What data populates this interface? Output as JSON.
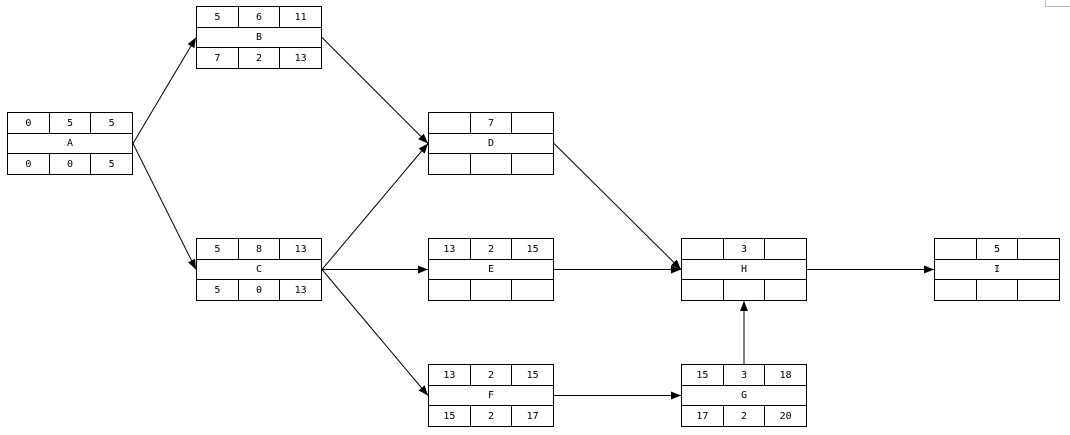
{
  "nodes": {
    "A": {
      "name": "A",
      "top": [
        "0",
        "5",
        "5"
      ],
      "bottom": [
        "0",
        "0",
        "5"
      ]
    },
    "B": {
      "name": "B",
      "top": [
        "5",
        "6",
        "11"
      ],
      "bottom": [
        "7",
        "2",
        "13"
      ]
    },
    "C": {
      "name": "C",
      "top": [
        "5",
        "8",
        "13"
      ],
      "bottom": [
        "5",
        "0",
        "13"
      ]
    },
    "D": {
      "name": "D",
      "top": [
        "",
        "7",
        ""
      ],
      "bottom": [
        "",
        "",
        ""
      ]
    },
    "E": {
      "name": "E",
      "top": [
        "13",
        "2",
        "15"
      ],
      "bottom": [
        "",
        "",
        ""
      ]
    },
    "F": {
      "name": "F",
      "top": [
        "13",
        "2",
        "15"
      ],
      "bottom": [
        "15",
        "2",
        "17"
      ]
    },
    "G": {
      "name": "G",
      "top": [
        "15",
        "3",
        "18"
      ],
      "bottom": [
        "17",
        "2",
        "20"
      ]
    },
    "H": {
      "name": "H",
      "top": [
        "",
        "3",
        ""
      ],
      "bottom": [
        "",
        "",
        ""
      ]
    },
    "I": {
      "name": "I",
      "top": [
        "",
        "5",
        ""
      ],
      "bottom": [
        "",
        "",
        ""
      ]
    }
  },
  "edges": [
    [
      "A",
      "B"
    ],
    [
      "A",
      "C"
    ],
    [
      "B",
      "D"
    ],
    [
      "C",
      "D"
    ],
    [
      "C",
      "E"
    ],
    [
      "C",
      "F"
    ],
    [
      "D",
      "H"
    ],
    [
      "E",
      "H"
    ],
    [
      "F",
      "G"
    ],
    [
      "G",
      "H"
    ],
    [
      "H",
      "I"
    ]
  ]
}
